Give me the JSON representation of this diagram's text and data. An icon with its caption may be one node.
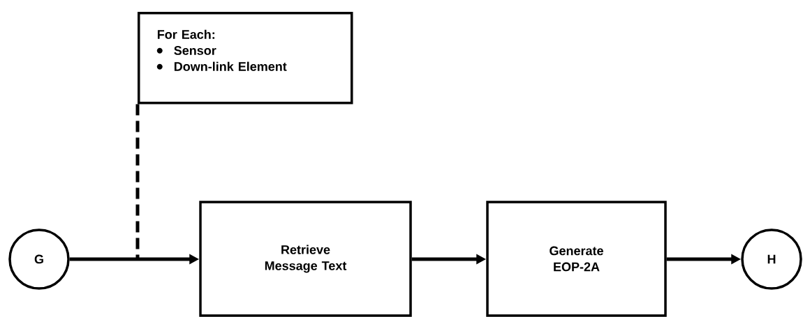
{
  "diagram": {
    "nodes": [
      {
        "text": [
          "G"
        ]
      },
      {
        "text": [
          "For Each:",
          "Sensor",
          "Down-link Element"
        ]
      },
      {
        "text": [
          "Retrieve Message Text"
        ]
      },
      {
        "text": [
          "Generate EOP-2A"
        ]
      },
      {
        "text": [
          "H"
        ]
      }
    ],
    "edges": [
      {
        "from": 0,
        "to": 2,
        "arrow": "to"
      },
      {
        "from": 1,
        "to": null,
        "arrow": "none",
        "style": "dashed"
      },
      {
        "from": 2,
        "to": 3,
        "arrow": "to"
      },
      {
        "from": 3,
        "to": 4,
        "arrow": "to"
      }
    ]
  }
}
